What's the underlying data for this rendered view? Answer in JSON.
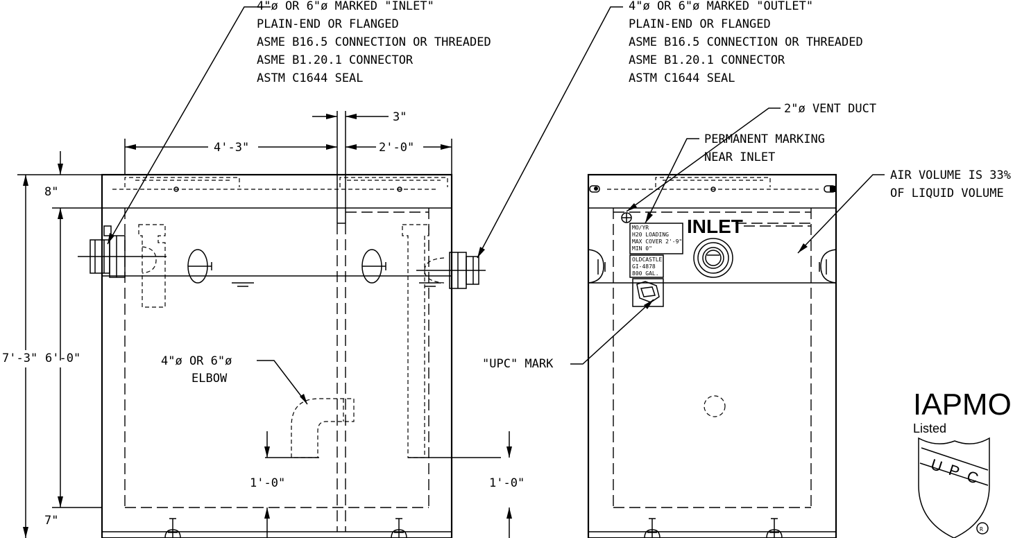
{
  "left_view": {
    "inlet_note": {
      "line1": "4\"ø OR 6\"ø MARKED \"INLET\"",
      "line2": "PLAIN-END OR FLANGED",
      "line3": "ASME B16.5 CONNECTION OR THREADED",
      "line4": "ASME B1.20.1 CONNECTOR",
      "line5": "ASTM C1644 SEAL"
    },
    "dim_top_left": "4'-3\"",
    "dim_top_mid": "3\"",
    "dim_top_right": "2'-0\"",
    "dim_cover": "8\"",
    "dim_overall": "7'-3\"",
    "dim_liquid": "6'-0\"",
    "dim_base": "7\"",
    "elbow_note": {
      "line1": "4\"ø OR 6\"ø",
      "line2": "ELBOW"
    },
    "dim_bottom_left": "1'-0\"",
    "dim_bottom_right": "1'-0\""
  },
  "right_view": {
    "outlet_note": {
      "line1": "4\"ø OR 6\"ø MARKED \"OUTLET\"",
      "line2": "PLAIN-END OR FLANGED",
      "line3": "ASME B16.5 CONNECTION OR THREADED",
      "line4": "ASME B1.20.1 CONNECTOR",
      "line5": "ASTM C1644 SEAL"
    },
    "vent_note": "2\"ø VENT DUCT",
    "marking_note": {
      "line1": "PERMANENT MARKING",
      "line2": "NEAR INLET"
    },
    "air_note": {
      "line1": "AIR VOLUME IS 33%",
      "line2": "OF LIQUID VOLUME"
    },
    "inlet_label": "INLET",
    "upc_mark_note": "\"UPC\" MARK",
    "plate_lines": [
      "MO/YR",
      "H20 LOADING",
      "MAX COVER 2'-9\"",
      "MIN 0\""
    ],
    "plate2_lines": [
      "OLDCASTLE",
      "GI-4878",
      "800 GAL."
    ]
  },
  "logo": {
    "brand": "IAPMO",
    "listed": "Listed",
    "shield_letters": [
      "U",
      "P",
      "C"
    ],
    "registered": "R"
  }
}
